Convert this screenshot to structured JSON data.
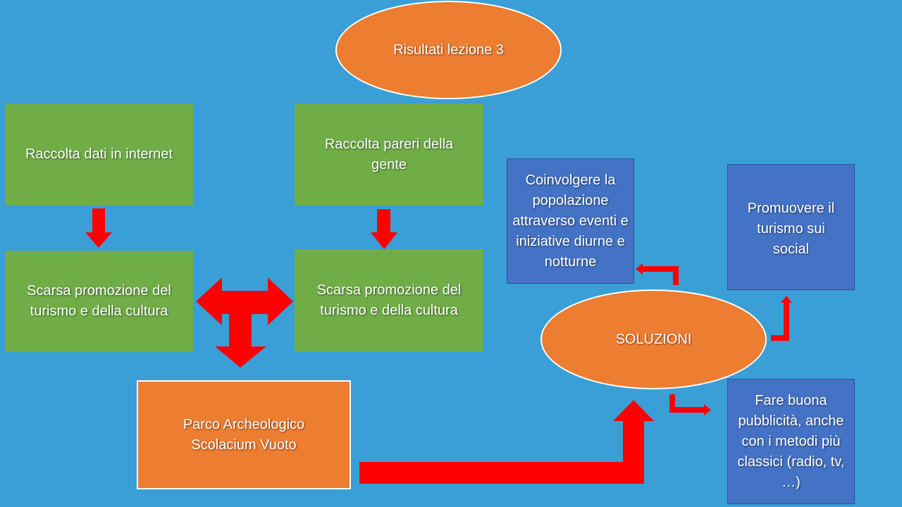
{
  "title": "Risultati lezione 3",
  "nodes": {
    "raccolta_dati": "Raccolta dati in internet",
    "raccolta_pareri": "Raccolta pareri della gente",
    "scarsa_1": "Scarsa promozione del turismo e della cultura",
    "scarsa_2": "Scarsa promozione del turismo e della cultura",
    "parco": "Parco Archeologico Scolacium Vuoto",
    "soluzioni": "SOLUZIONI",
    "coinvolgere": "Coinvolgere la popolazione attraverso eventi e iniziative diurne e notturne",
    "promuovere": "Promuovere il turismo sui social",
    "pubblicita": "Fare buona pubblicità, anche con i metodi più classici (radio, tv, …)"
  },
  "colors": {
    "background": "#3a9fd6",
    "green": "#70ad47",
    "orange": "#ed7d31",
    "blue": "#4472c4",
    "arrow": "#ff0000"
  }
}
